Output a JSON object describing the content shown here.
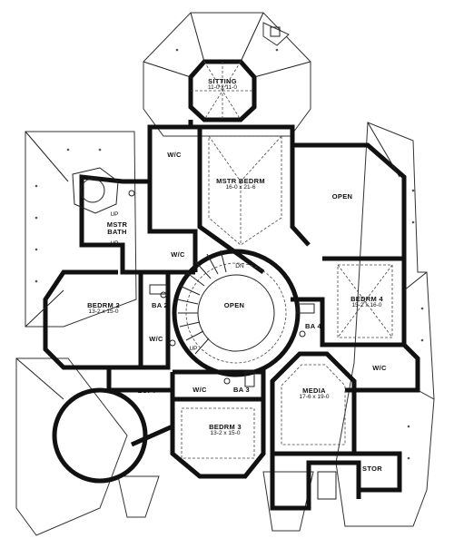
{
  "rooms": {
    "sitting": {
      "name": "SITTING",
      "dims": "11-0 x 11-0"
    },
    "mstr_bedrm": {
      "name": "MSTR BEDRM",
      "dims": "16-0 x 21-6"
    },
    "open_top": {
      "name": "OPEN"
    },
    "mstr_bath": {
      "name": "MSTR",
      "name2": "BATH"
    },
    "wic_top": {
      "name": "W/C"
    },
    "wic_bath": {
      "name": "W/C"
    },
    "bedrm2": {
      "name": "BEDRM 2",
      "dims": "13-2 x 15-0"
    },
    "ba2": {
      "name": "BA 2"
    },
    "wic_bed2": {
      "name": "W/C"
    },
    "open_center": {
      "name": "OPEN"
    },
    "dn": {
      "name": "DN"
    },
    "up_bath": {
      "name": "UP"
    },
    "up_stair": {
      "name": "UP"
    },
    "up_loft": {
      "name": "UP"
    },
    "bedrm4": {
      "name": "BEDRM 4",
      "dims": "15-2 x 16-0"
    },
    "ba4": {
      "name": "BA 4"
    },
    "wic_bed4": {
      "name": "W/C"
    },
    "loft": {
      "name": "LOFT"
    },
    "wic_bed3": {
      "name": "W/C"
    },
    "ba3": {
      "name": "BA 3"
    },
    "bedrm3": {
      "name": "BEDRM 3",
      "dims": "13-2 x 15-0"
    },
    "media": {
      "name": "MEDIA",
      "dims": "17-6 x 19-0"
    },
    "stor": {
      "name": "STOR"
    }
  }
}
